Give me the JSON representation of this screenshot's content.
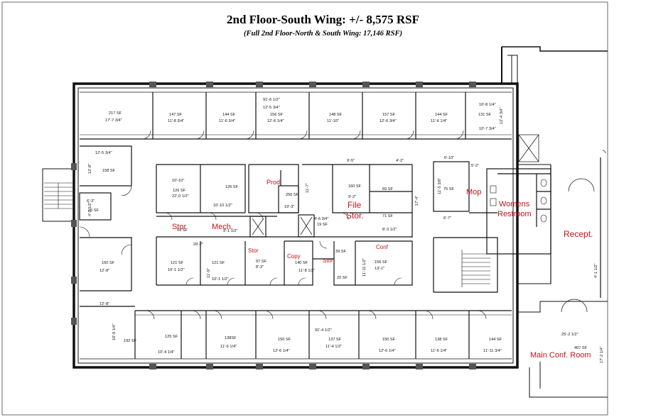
{
  "title": "2nd Floor-South Wing: +/- 8,575 RSF",
  "subtitle": "(Full 2nd Floor-North & South Wing: 17,146 RSF)",
  "room_labels": {
    "stor1": "Stor",
    "mech": "Mech.",
    "prod": "Prod",
    "file_stor_1": "File",
    "file_stor_2": "Stor.",
    "mop": "Mop",
    "womens": "Womens",
    "restroom": "Restroom",
    "recept": "Recept.",
    "stor2": "Stor",
    "copy": "Copy",
    "stor3": "Stor",
    "conf": "Conf",
    "main_conf": "Main Conf. Room"
  },
  "annotations": [
    {
      "id": "a_217sf",
      "text": "217 SF"
    },
    {
      "id": "a_217d",
      "text": "17'-7 3/4\""
    },
    {
      "id": "a_147sf",
      "text": "147 SF"
    },
    {
      "id": "a_147d",
      "text": "11'-8 3/4\""
    },
    {
      "id": "a_144sf",
      "text": "144 SF"
    },
    {
      "id": "a_144d",
      "text": "11'-6 3/4\""
    },
    {
      "id": "a_91top",
      "text": "91'-6 1/2\""
    },
    {
      "id": "a_125",
      "text": "12'-5 3/4\""
    },
    {
      "id": "a_156sf",
      "text": "156 SF"
    },
    {
      "id": "a_156d",
      "text": "12'-6 1/4\""
    },
    {
      "id": "a_148sf",
      "text": "148 SF"
    },
    {
      "id": "a_148d",
      "text": "11'-10\""
    },
    {
      "id": "a_157sf",
      "text": "157 SF"
    },
    {
      "id": "a_157d",
      "text": "12'-6 3/4\""
    },
    {
      "id": "a_144bsf",
      "text": "144 SF"
    },
    {
      "id": "a_144bd",
      "text": "11'-6 1/4\""
    },
    {
      "id": "a_108",
      "text": "10'-8 1/4\""
    },
    {
      "id": "a_131sf",
      "text": "131 SF"
    },
    {
      "id": "a_107",
      "text": "10'-7 3/4\""
    },
    {
      "id": "a_1243",
      "text": "12'-4 3/4\""
    },
    {
      "id": "a_1253l",
      "text": "12'-5 3/4\""
    },
    {
      "id": "a_158sf",
      "text": "158 SF"
    },
    {
      "id": "a_128l",
      "text": "12'-8\""
    },
    {
      "id": "a_63",
      "text": "6'-3\""
    },
    {
      "id": "a_42",
      "text": "4'-2 1/2\""
    },
    {
      "id": "a_25sf",
      "text": "25 SF"
    },
    {
      "id": "a_1010",
      "text": "10'-10\""
    },
    {
      "id": "a_126sf",
      "text": "126 SF"
    },
    {
      "id": "a_220",
      "text": "22'-0 1/2\""
    },
    {
      "id": "a_126bsf",
      "text": "126 SF"
    },
    {
      "id": "a_1010h",
      "text": "10'-10 1/2\""
    },
    {
      "id": "a_256sf",
      "text": "256 SF"
    },
    {
      "id": "a_193",
      "text": "19'-3\""
    },
    {
      "id": "a_117",
      "text": "11'-7\""
    },
    {
      "id": "a_95",
      "text": "9'-5\""
    },
    {
      "id": "a_42b",
      "text": "4'-2\""
    },
    {
      "id": "a_160sf",
      "text": "160 SF"
    },
    {
      "id": "a_92",
      "text": "9'-2\""
    },
    {
      "id": "a_69sf",
      "text": "69 SF"
    },
    {
      "id": "a_71sf",
      "text": "71 SF"
    },
    {
      "id": "a_831",
      "text": "8'-3 1/2\""
    },
    {
      "id": "a_1712",
      "text": "17'-4\""
    },
    {
      "id": "a_610",
      "text": "6'-10\""
    },
    {
      "id": "a_75sf",
      "text": "75 SF"
    },
    {
      "id": "a_67",
      "text": "6'-7\""
    },
    {
      "id": "a_52",
      "text": "5'-2\""
    },
    {
      "id": "a_1158",
      "text": "11'-5 3/8\""
    },
    {
      "id": "a_54sf",
      "text": "54 SF"
    },
    {
      "id": "a_91m",
      "text": "9'-1 1/2\""
    },
    {
      "id": "a_19sf",
      "text": "19 SF"
    },
    {
      "id": "a_46",
      "text": "4'-6 3/4\""
    },
    {
      "id": "a_207",
      "text": "20'-7\""
    },
    {
      "id": "a_121sf",
      "text": "121 SF"
    },
    {
      "id": "a_101",
      "text": "10'-1 1/2\""
    },
    {
      "id": "a_121bsf",
      "text": "121 SF"
    },
    {
      "id": "a_119",
      "text": "11'-9\""
    },
    {
      "id": "a_1012",
      "text": "10'-1 1/2\""
    },
    {
      "id": "a_97sf",
      "text": "97 SF"
    },
    {
      "id": "a_83",
      "text": "8'-3\""
    },
    {
      "id": "a_140sf",
      "text": "140 SF"
    },
    {
      "id": "a_118",
      "text": "11'-8 1/2\""
    },
    {
      "id": "a_39sf",
      "text": "39 SF"
    },
    {
      "id": "a_20sf",
      "text": "20 SF"
    },
    {
      "id": "a_156csf",
      "text": "156 SF"
    },
    {
      "id": "a_131",
      "text": "13'-1\""
    },
    {
      "id": "a_1111",
      "text": "11'-11 1/2\""
    },
    {
      "id": "a_160lsf",
      "text": "160 SF"
    },
    {
      "id": "a_128",
      "text": "12'-8\""
    },
    {
      "id": "a_128b",
      "text": "12'-8\""
    },
    {
      "id": "a_169",
      "text": "16'-9 1/4\""
    },
    {
      "id": "a_192sf",
      "text": "192 SF"
    },
    {
      "id": "a_125sf",
      "text": "125 SF"
    },
    {
      "id": "a_104",
      "text": "10'-4 1/4\""
    },
    {
      "id": "a_138sf",
      "text": "138SF"
    },
    {
      "id": "a_116",
      "text": "11'-6 1/4\""
    },
    {
      "id": "a_150sf",
      "text": "150 SF"
    },
    {
      "id": "a_126b",
      "text": "12'-6 1/4\""
    },
    {
      "id": "a_91bot",
      "text": "91'-4 1/2\""
    },
    {
      "id": "a_137sf",
      "text": "137 SF"
    },
    {
      "id": "a_114",
      "text": "11'-4 1/2\""
    },
    {
      "id": "a_150bsf",
      "text": "150 SF"
    },
    {
      "id": "a_126c",
      "text": "12'-6 1/4\""
    },
    {
      "id": "a_138bsf",
      "text": "138 SF"
    },
    {
      "id": "a_116b",
      "text": "11'-6 1/4\""
    },
    {
      "id": "a_144csf",
      "text": "144 SF"
    },
    {
      "id": "a_1113",
      "text": "11'-11 3/4\""
    },
    {
      "id": "a_252",
      "text": "25'-2 1/2\""
    },
    {
      "id": "a_407sf",
      "text": "407 SF"
    },
    {
      "id": "a_1722",
      "text": "17'-2 1/4\""
    },
    {
      "id": "a_412",
      "text": "4'-1 1/2\""
    }
  ]
}
